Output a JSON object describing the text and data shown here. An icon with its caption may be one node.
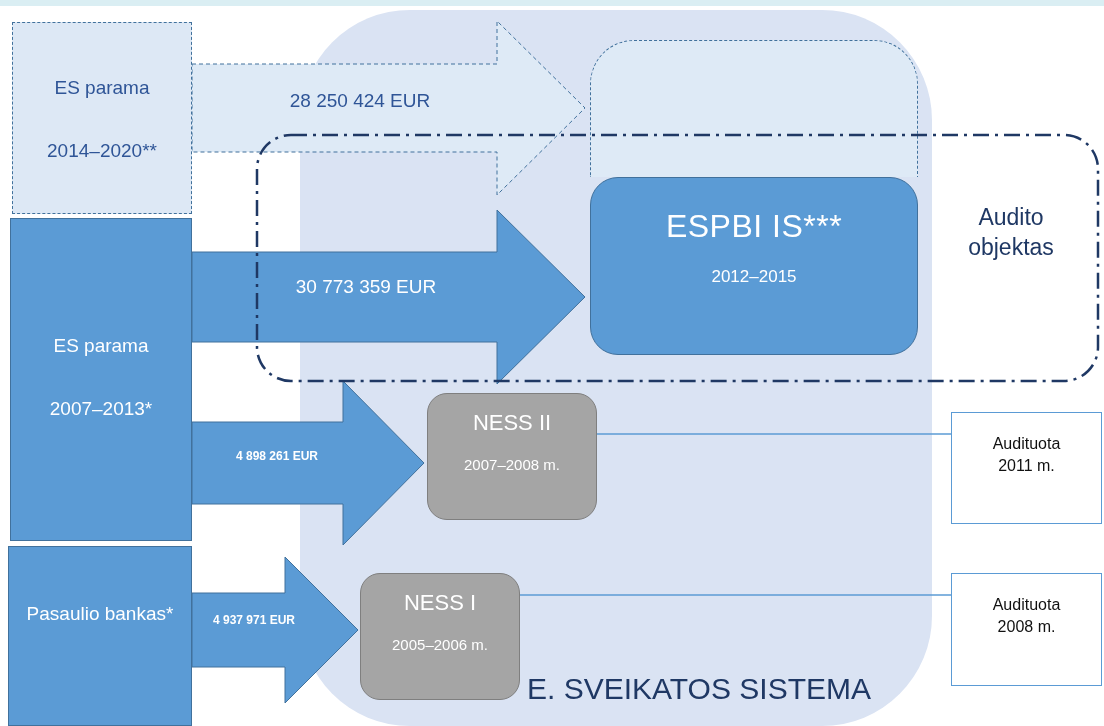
{
  "diagram": {
    "nodes": [
      {
        "text": [
          "E. SVEIKATOS SISTEMA"
        ]
      },
      {
        "text": [
          "ES parama",
          "2014–2020**"
        ]
      },
      {
        "text": [
          "ES parama",
          "2007–2013*"
        ]
      },
      {
        "text": [
          "Pasaulio bankas*"
        ]
      },
      {
        "text": [],
        "shape": "box",
        "in": 0
      },
      {
        "text": [
          "Audito objektas"
        ]
      },
      {
        "text": [
          "ESPBI IS***",
          "2012–2015"
        ]
      },
      {
        "text": [
          "NESS II",
          "2007–2008 m."
        ],
        "in": 0
      },
      {
        "text": [
          "NESS I",
          "2005–2006 m."
        ],
        "in": 0
      },
      {
        "text": [
          "Audituota 2011 m."
        ]
      },
      {
        "text": [
          "Audituota 2008 m."
        ]
      }
    ],
    "edges": [
      {
        "from": 1,
        "to": 4,
        "arrow": "to",
        "label": "28 250 424 EUR",
        "style": "dashed"
      },
      {
        "from": 2,
        "to": 6,
        "arrow": "to",
        "label": "30 773 359 EUR"
      },
      {
        "from": 2,
        "to": 7,
        "arrow": "to",
        "label": "4 898 261 EUR"
      },
      {
        "from": 3,
        "to": 8,
        "arrow": "to",
        "label": "4 937 971 EUR"
      },
      {
        "from": 7,
        "to": 9,
        "arrow": "none"
      },
      {
        "from": 8,
        "to": 10,
        "arrow": "none"
      }
    ]
  }
}
